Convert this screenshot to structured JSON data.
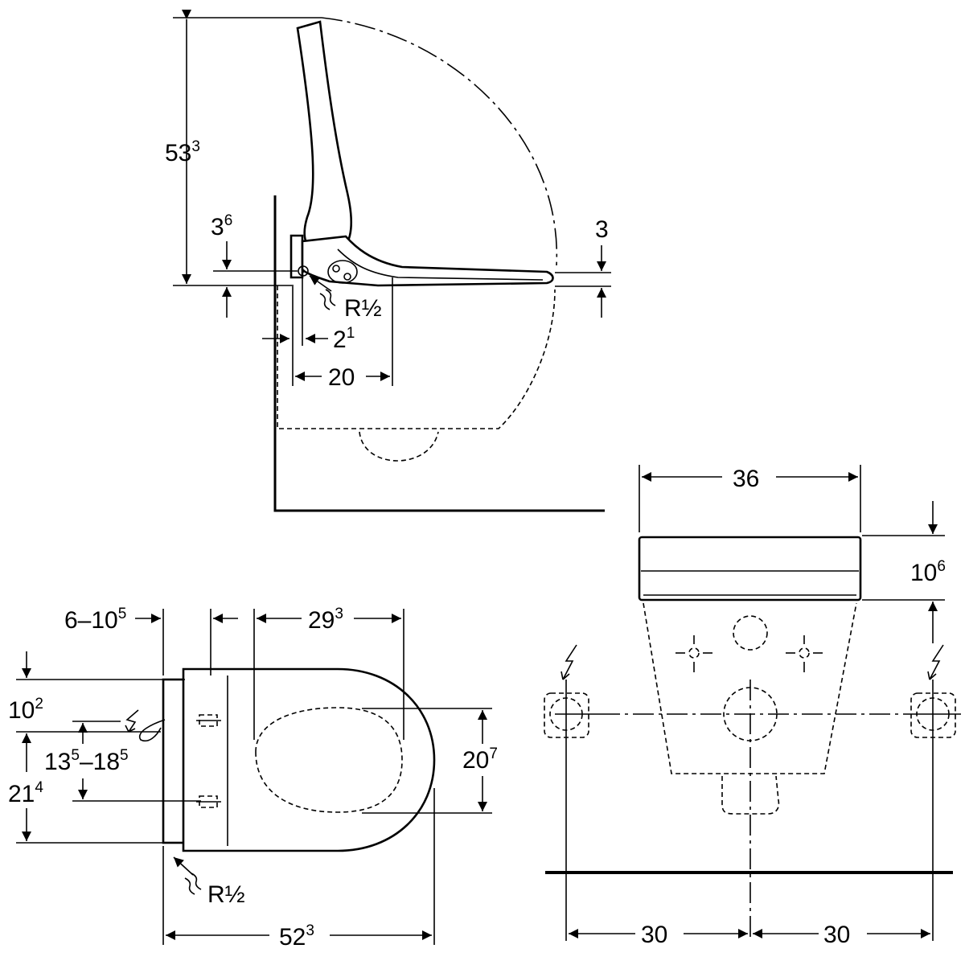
{
  "side_view": {
    "height_total": {
      "main": "53",
      "sup": "3"
    },
    "offset_top": {
      "main": "3",
      "sup": "6"
    },
    "seat_gap": "3",
    "connection": "R½",
    "wall_offset": {
      "main": "2",
      "sup": "1"
    },
    "depth": "20"
  },
  "front_view": {
    "width": "36",
    "height": {
      "main": "10",
      "sup": "6"
    },
    "left_spacing": "30",
    "right_spacing": "30"
  },
  "top_view": {
    "range_left": {
      "main": "6–10",
      "sup": "5"
    },
    "seat_length": {
      "main": "29",
      "sup": "3"
    },
    "top_offset": {
      "main": "10",
      "sup": "2"
    },
    "range_mid": {
      "pre": "13",
      "pre_sup": "5",
      "mid": "–18",
      "mid_sup": "5"
    },
    "bottom_height": {
      "main": "21",
      "sup": "4"
    },
    "seat_width": {
      "main": "20",
      "sup": "7"
    },
    "connection": "R½",
    "total_length": {
      "main": "52",
      "sup": "3"
    }
  }
}
